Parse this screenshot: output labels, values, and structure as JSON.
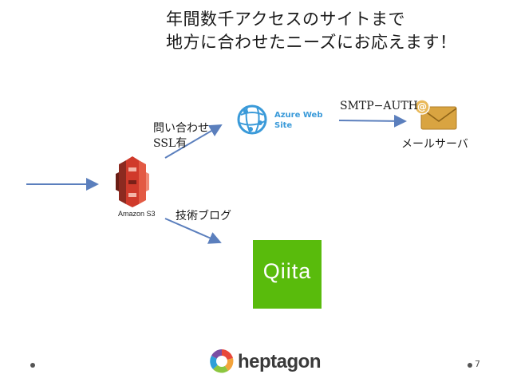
{
  "headline": {
    "line1": "年間数千アクセスのサイトまで",
    "line2": "地方に合わせたニーズにお応えます！"
  },
  "nodes": {
    "azure": "Azure Web\nSite",
    "azure_line1": "Azure Web",
    "azure_line2": "Site",
    "s3": "Amazon S3",
    "mail": "メールサーバ",
    "qiita": "Qiita"
  },
  "edges": {
    "inquiry_line1": "問い合わせ",
    "inquiry_line2": "SSL有",
    "smtp": "SMTP−AUTH",
    "blog": "技術ブログ"
  },
  "footer": {
    "logo": "heptagon",
    "page": "7"
  },
  "colors": {
    "arrow": "#5b7fbd",
    "s3_red": "#d03a2b",
    "azure_blue": "#3a9ad9",
    "mail_gold": "#d9a441",
    "qiita_green": "#59bb0c"
  }
}
